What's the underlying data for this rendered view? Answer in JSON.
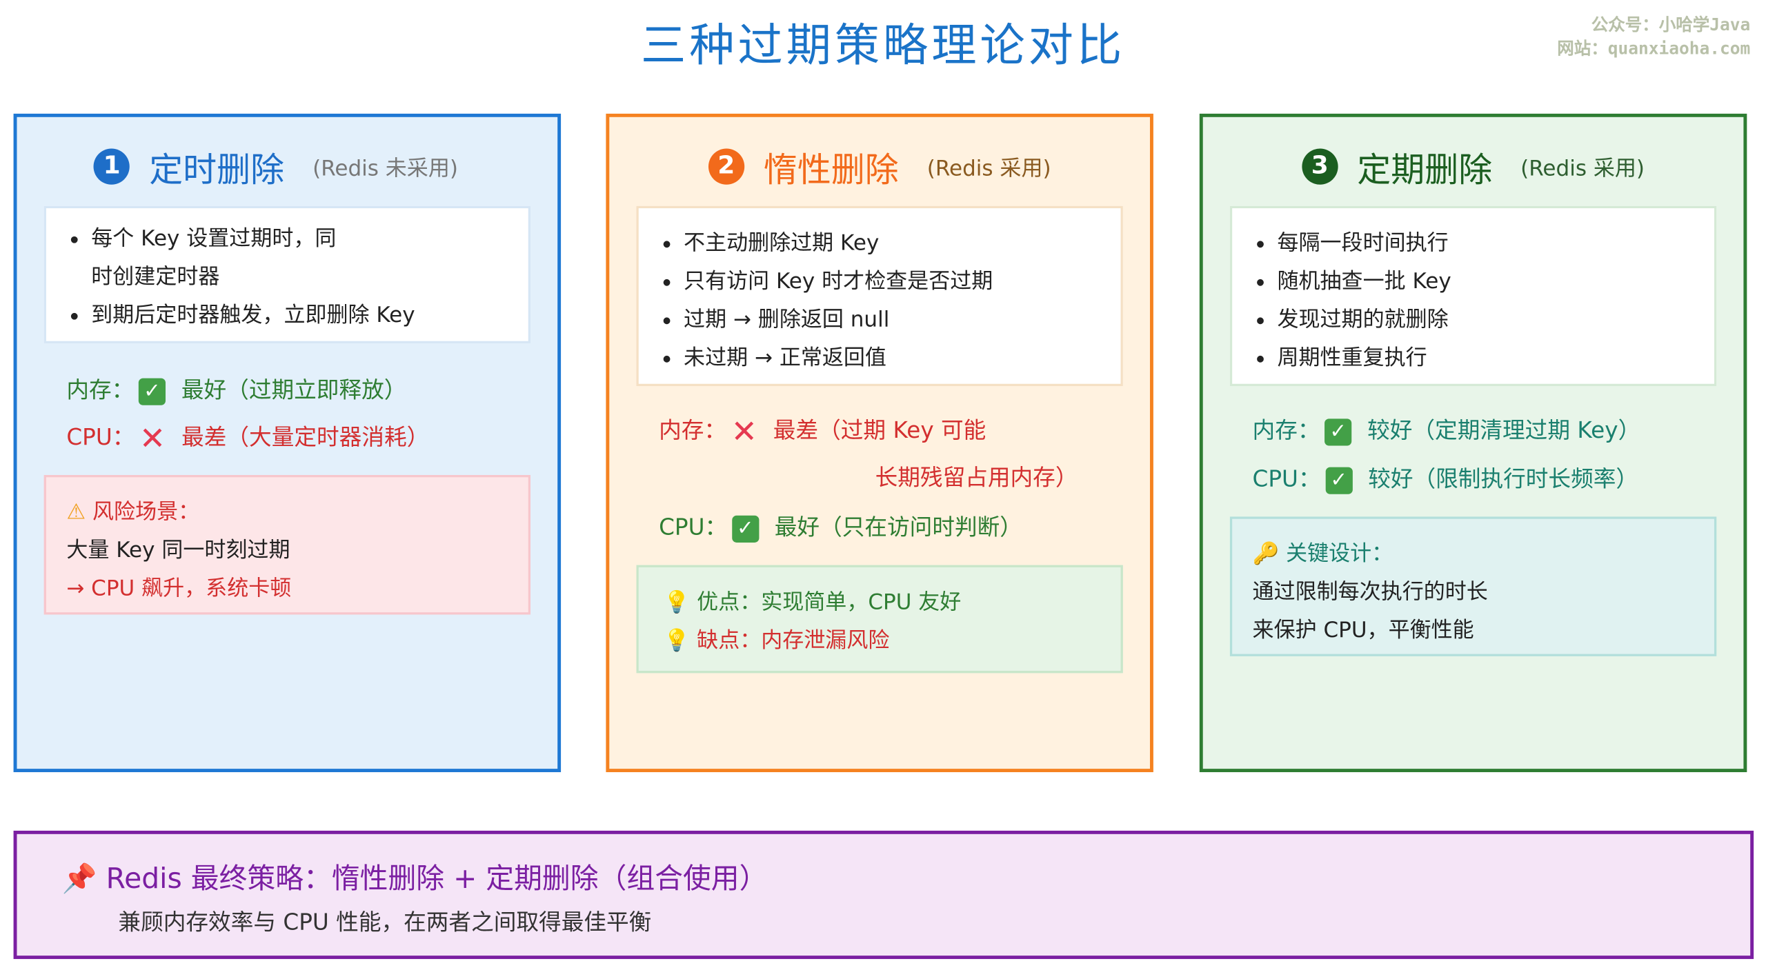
{
  "title": "三种过期策略理论对比",
  "watermark": {
    "line1": "公众号：小哈学Java",
    "line2": "网站：quanxiaoha.com"
  },
  "cards": [
    {
      "number": "1",
      "name": "定时删除",
      "note": "(Redis 未采用)",
      "color": "#1e78d4",
      "bullets": [
        "每个 Key 设置过期时，同时创建定时器",
        "到期后定时器触发，立即删除 Key"
      ],
      "memory": {
        "label": "内存：",
        "icon": "check",
        "text": "最好（过期立即释放）"
      },
      "cpu": {
        "label": "CPU：",
        "icon": "cross",
        "text": "最差（大量定时器消耗）"
      },
      "callout": {
        "icon": "warning",
        "title": "风险场景：",
        "line1": "大量 Key 同一时刻过期",
        "line2": "→ CPU 飙升，系统卡顿"
      }
    },
    {
      "number": "2",
      "name": "惰性删除",
      "note": "(Redis 采用)",
      "color": "#f58220",
      "bullets": [
        "不主动删除过期 Key",
        "只有访问 Key 时才检查是否过期",
        "过期 → 删除返回 null",
        "未过期 → 正常返回值"
      ],
      "memory": {
        "label": "内存：",
        "icon": "cross",
        "text": "最差（过期 Key 可能",
        "text2": "长期残留占用内存）"
      },
      "cpu": {
        "label": "CPU：",
        "icon": "check",
        "text": "最好（只在访问时判断）"
      },
      "callout": {
        "icon": "lightbulb",
        "pro": "优点：实现简单，CPU 友好",
        "con": "缺点：内存泄漏风险"
      }
    },
    {
      "number": "3",
      "name": "定期删除",
      "note": "(Redis 采用)",
      "color": "#2e7d32",
      "bullets": [
        "每隔一段时间执行",
        "随机抽查一批 Key",
        "发现过期的就删除",
        "周期性重复执行"
      ],
      "memory": {
        "label": "内存：",
        "icon": "check",
        "text": "较好（定期清理过期 Key）"
      },
      "cpu": {
        "label": "CPU：",
        "icon": "check",
        "text": "较好（限制执行时长频率）"
      },
      "callout": {
        "icon": "key",
        "title": "关键设计：",
        "line1": "通过限制每次执行的时长",
        "line2": "来保护 CPU，平衡性能"
      }
    }
  ],
  "summary": {
    "icon": "pushpin",
    "title": "Redis 最终策略：惰性删除 + 定期删除（组合使用）",
    "text": "兼顾内存效率与 CPU 性能，在两者之间取得最佳平衡"
  }
}
